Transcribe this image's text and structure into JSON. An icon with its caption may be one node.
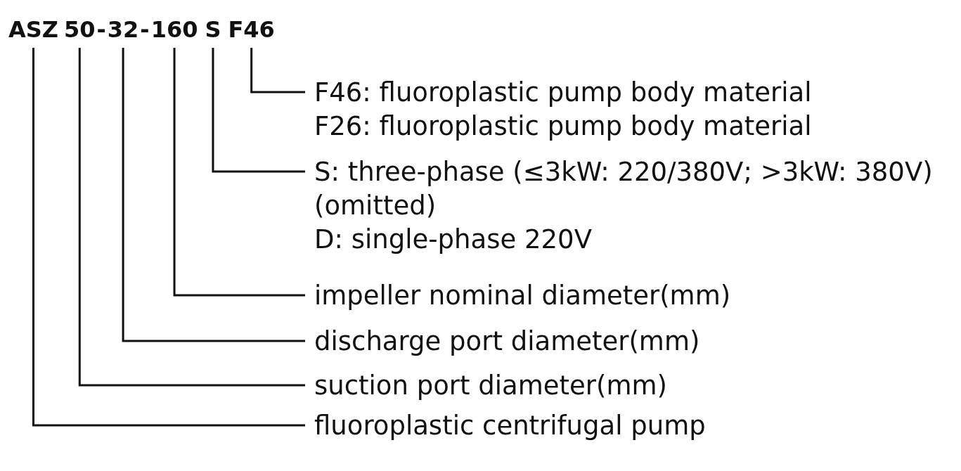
{
  "diagram": {
    "nodes": [
      {
        "text": [
          "ASZ"
        ]
      },
      {
        "text": [
          "50"
        ]
      },
      {
        "text": [
          "32"
        ]
      },
      {
        "text": [
          "160"
        ]
      },
      {
        "text": [
          "S"
        ]
      },
      {
        "text": [
          "F46"
        ]
      },
      {
        "text": [
          "F46: fluoroplastic pump body material",
          "F26: fluoroplastic pump body material"
        ]
      },
      {
        "text": [
          "S: three-phase (≤3kW: 220/380V; >3kW: 380V) (omitted)",
          "D: single-phase 220V"
        ]
      },
      {
        "text": [
          "impeller nominal diameter(mm)"
        ]
      },
      {
        "text": [
          "discharge port diameter(mm)"
        ]
      },
      {
        "text": [
          "suction port diameter(mm)"
        ]
      },
      {
        "text": [
          "fluoroplastic centrifugal pump"
        ]
      }
    ],
    "edges": [
      {
        "from": 5,
        "to": 6,
        "arrow": "none"
      },
      {
        "from": 4,
        "to": 7,
        "arrow": "none"
      },
      {
        "from": 3,
        "to": 8,
        "arrow": "none"
      },
      {
        "from": 2,
        "to": 9,
        "arrow": "none"
      },
      {
        "from": 1,
        "to": 10,
        "arrow": "none"
      },
      {
        "from": 0,
        "to": 11,
        "arrow": "none"
      }
    ],
    "labels": [
      "-",
      "-"
    ]
  }
}
